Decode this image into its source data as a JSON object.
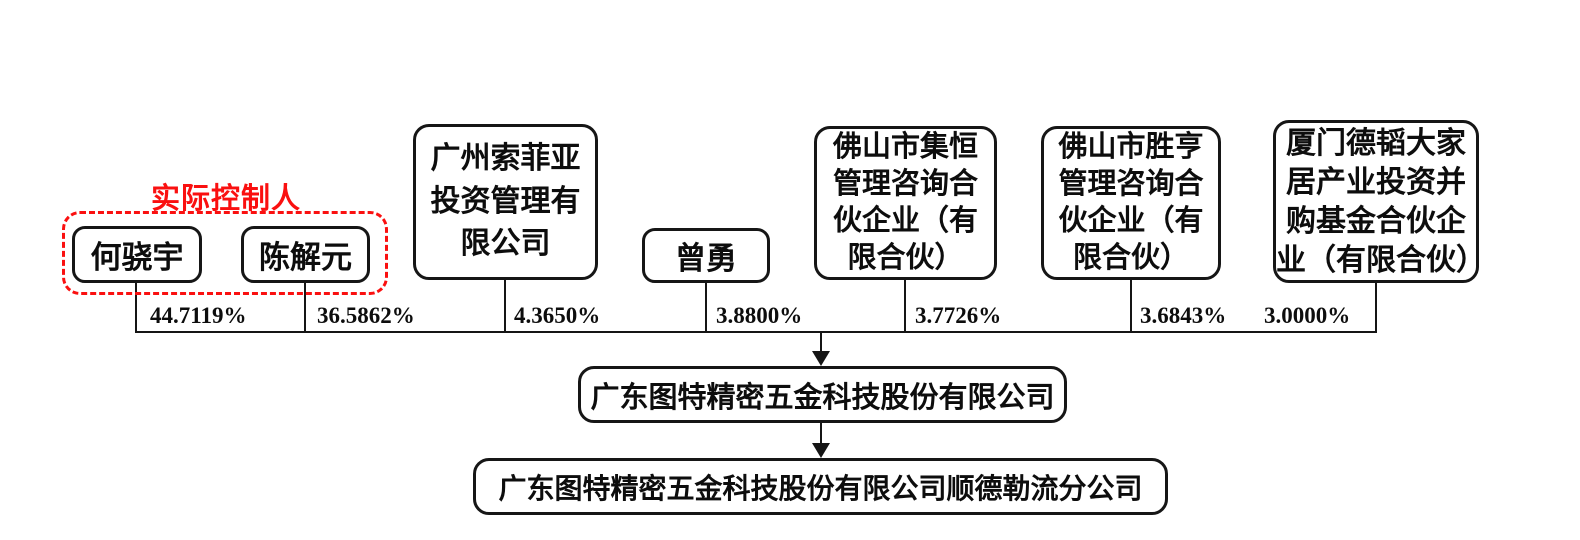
{
  "diagram": {
    "controller_label": "实际控制人",
    "shareholders": [
      {
        "name": "何骁宇",
        "pct": "44.7119%"
      },
      {
        "name": "陈解元",
        "pct": "36.5862%"
      },
      {
        "name": "广州索菲亚\n投资管理有\n限公司",
        "pct": "4.3650%"
      },
      {
        "name": "曾勇",
        "pct": "3.8800%"
      },
      {
        "name": "佛山市集恒\n管理咨询合\n伙企业（有\n限合伙）",
        "pct": "3.7726%"
      },
      {
        "name": "佛山市胜亨\n管理咨询合\n伙企业（有\n限合伙）",
        "pct": "3.6843%"
      },
      {
        "name": "厦门德韬大家\n居产业投资并\n购基金合伙企\n业（有限合伙）",
        "pct": "3.0000%"
      }
    ],
    "company": "广东图特精密五金科技股份有限公司",
    "branch": "广东图特精密五金科技股份有限公司顺德勒流分公司",
    "colors": {
      "accent_red": "#fa1010",
      "line_black": "#151515"
    }
  }
}
